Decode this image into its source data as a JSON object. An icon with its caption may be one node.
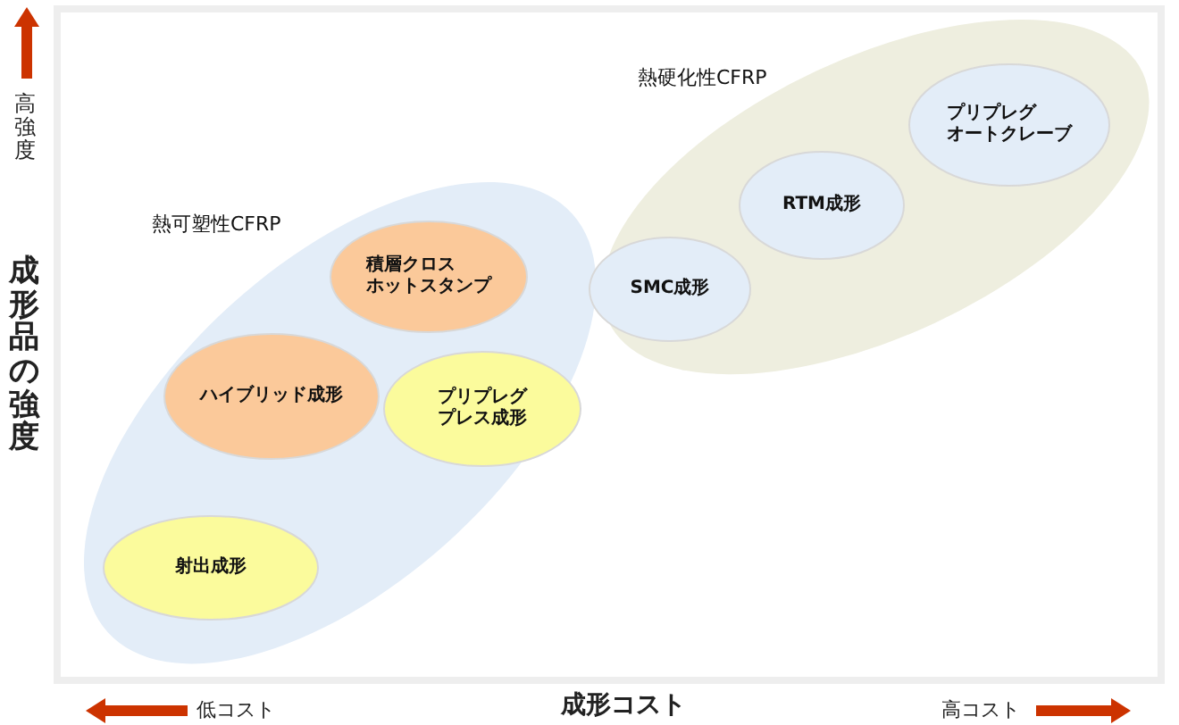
{
  "diagram": {
    "nodes": [
      {
        "text": [
          "熱可塑性CFRP"
        ]
      },
      {
        "text": [
          "積層クロスホットスタンプ"
        ],
        "in": 0
      },
      {
        "text": [
          "ハイブリッド成形"
        ],
        "in": 0
      },
      {
        "text": [
          "プリプレグプレス成形"
        ],
        "in": 0
      },
      {
        "text": [
          "射出成形"
        ],
        "in": 0
      },
      {
        "text": [
          "熱硬化性CFRP"
        ]
      },
      {
        "text": [
          "SMC成形"
        ],
        "in": 5
      },
      {
        "text": [
          "RTM成形"
        ],
        "in": 5
      },
      {
        "text": [
          "プリプレグオートクレーブ"
        ],
        "in": 5
      }
    ],
    "labels": [
      "高強度",
      "成形品の強度",
      "低コスト",
      "成形コスト",
      "高コスト"
    ]
  }
}
